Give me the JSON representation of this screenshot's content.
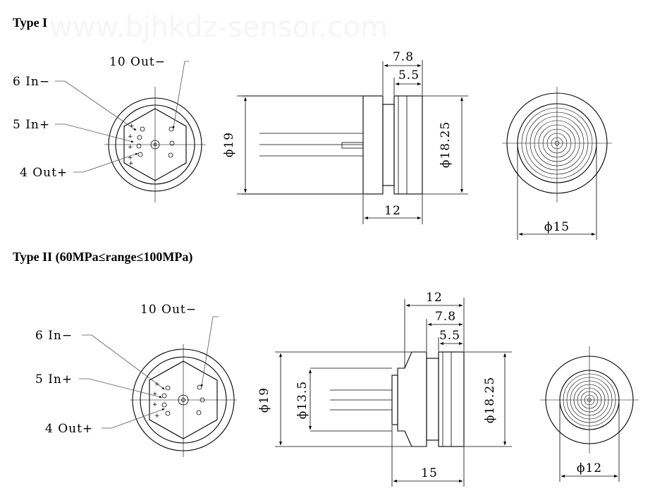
{
  "watermark": "www.bjhkdz-sensor.com",
  "type1": {
    "title": "Type I",
    "pins": {
      "out_minus": "10 Out−",
      "in_minus": "6 In−",
      "in_plus": "5 In+",
      "out_plus": "4 Out+"
    },
    "dims": {
      "d_outer": "ϕ19",
      "d_front": "ϕ18.25",
      "w_7_8": "7.8",
      "w_5_5": "5.5",
      "w_total": "12",
      "d_diaphragm": "ϕ15"
    }
  },
  "type2": {
    "title": "Type II (60MPa≤range≤100MPa)",
    "pins": {
      "out_minus": "10 Out−",
      "in_minus": "6 In−",
      "in_plus": "5 In+",
      "out_plus": "4 Out+"
    },
    "dims": {
      "d_outer": "ϕ19",
      "d_body": "ϕ13.5",
      "d_front": "ϕ18.25",
      "w_12": "12",
      "w_7_8": "7.8",
      "w_5_5": "5.5",
      "w_total": "15",
      "d_diaphragm": "ϕ12"
    }
  }
}
